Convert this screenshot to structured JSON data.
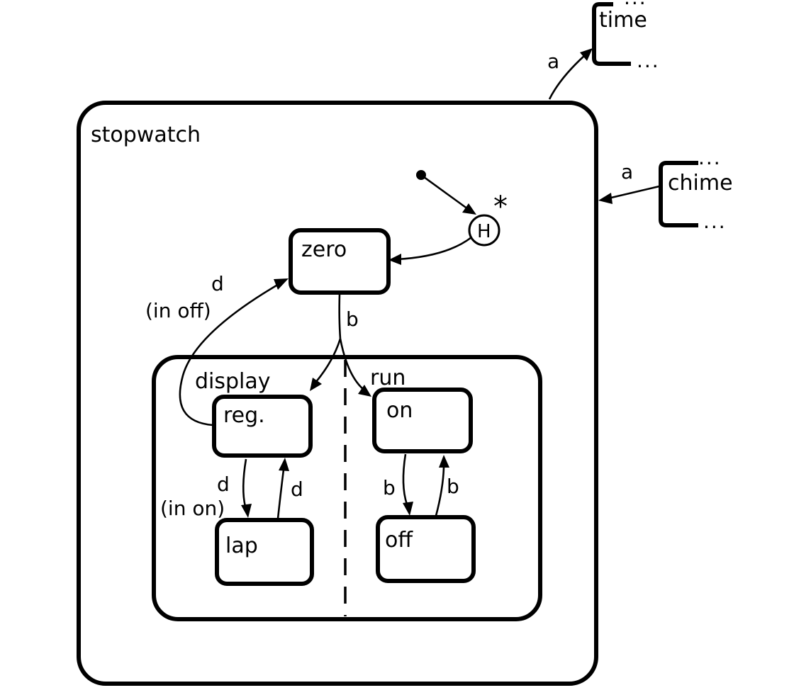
{
  "states": {
    "stopwatch": "stopwatch",
    "zero": "zero",
    "display": "display",
    "run": "run",
    "reg": "reg.",
    "lap": "lap",
    "on": "on",
    "off": "off",
    "time": "time",
    "chime": "chime",
    "history": "H"
  },
  "transitions": {
    "a_to_time": "a",
    "a_from_chime": "a",
    "zero_to_sub": "b",
    "reg_to_zero_event": "d",
    "reg_to_zero_cond": "(in off)",
    "reg_to_lap_event": "d",
    "reg_to_lap_cond": "(in on)",
    "lap_to_reg": "d",
    "on_to_off": "b",
    "off_to_on": "b"
  },
  "marks": {
    "history_star": "*",
    "ellipsis": "..."
  }
}
